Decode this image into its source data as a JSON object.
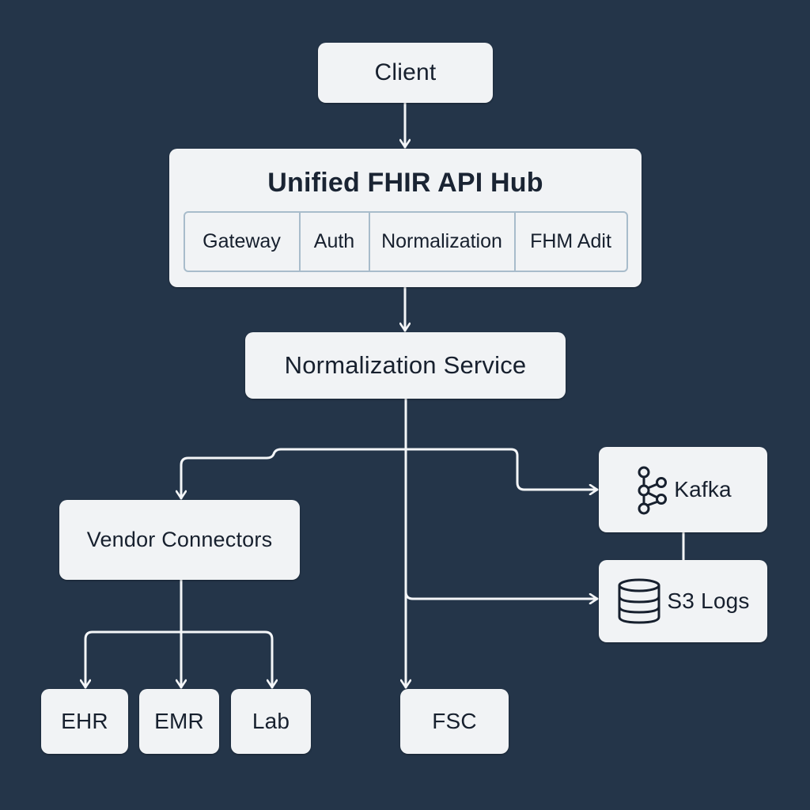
{
  "diagram": {
    "nodes": {
      "client": {
        "label": "Client"
      },
      "hub": {
        "title": "Unified FHIR API Hub",
        "modules": [
          "Gateway",
          "Auth",
          "Normalization",
          "FHM Adit"
        ]
      },
      "normalization_service": {
        "label": "Normalization Service"
      },
      "vendor_connectors": {
        "label": "Vendor Connectors"
      },
      "kafka": {
        "label": "Kafka",
        "icon": "kafka-icon"
      },
      "s3_logs": {
        "label": "S3 Logs",
        "icon": "database-icon"
      },
      "ehr": {
        "label": "EHR"
      },
      "emr": {
        "label": "EMR"
      },
      "lab": {
        "label": "Lab"
      },
      "fsc": {
        "label": "FSC"
      }
    },
    "edges": [
      {
        "from": "Client",
        "to": "Unified FHIR API Hub"
      },
      {
        "from": "Unified FHIR API Hub",
        "to": "Normalization Service"
      },
      {
        "from": "Normalization Service",
        "to": "Vendor Connectors"
      },
      {
        "from": "Normalization Service",
        "to": "Kafka"
      },
      {
        "from": "Normalization Service",
        "to": "S3 Logs"
      },
      {
        "from": "Normalization Service",
        "to": "FSC"
      },
      {
        "from": "Kafka",
        "to": "S3 Logs",
        "style": "line"
      },
      {
        "from": "Vendor Connectors",
        "to": "EHR"
      },
      {
        "from": "Vendor Connectors",
        "to": "EMR"
      },
      {
        "from": "Vendor Connectors",
        "to": "Lab"
      }
    ],
    "colors": {
      "background": "#243549",
      "node_fill": "#f1f3f5",
      "text": "#17202e",
      "connector": "#f4f6f8",
      "module_border": "#a8bccb"
    }
  }
}
